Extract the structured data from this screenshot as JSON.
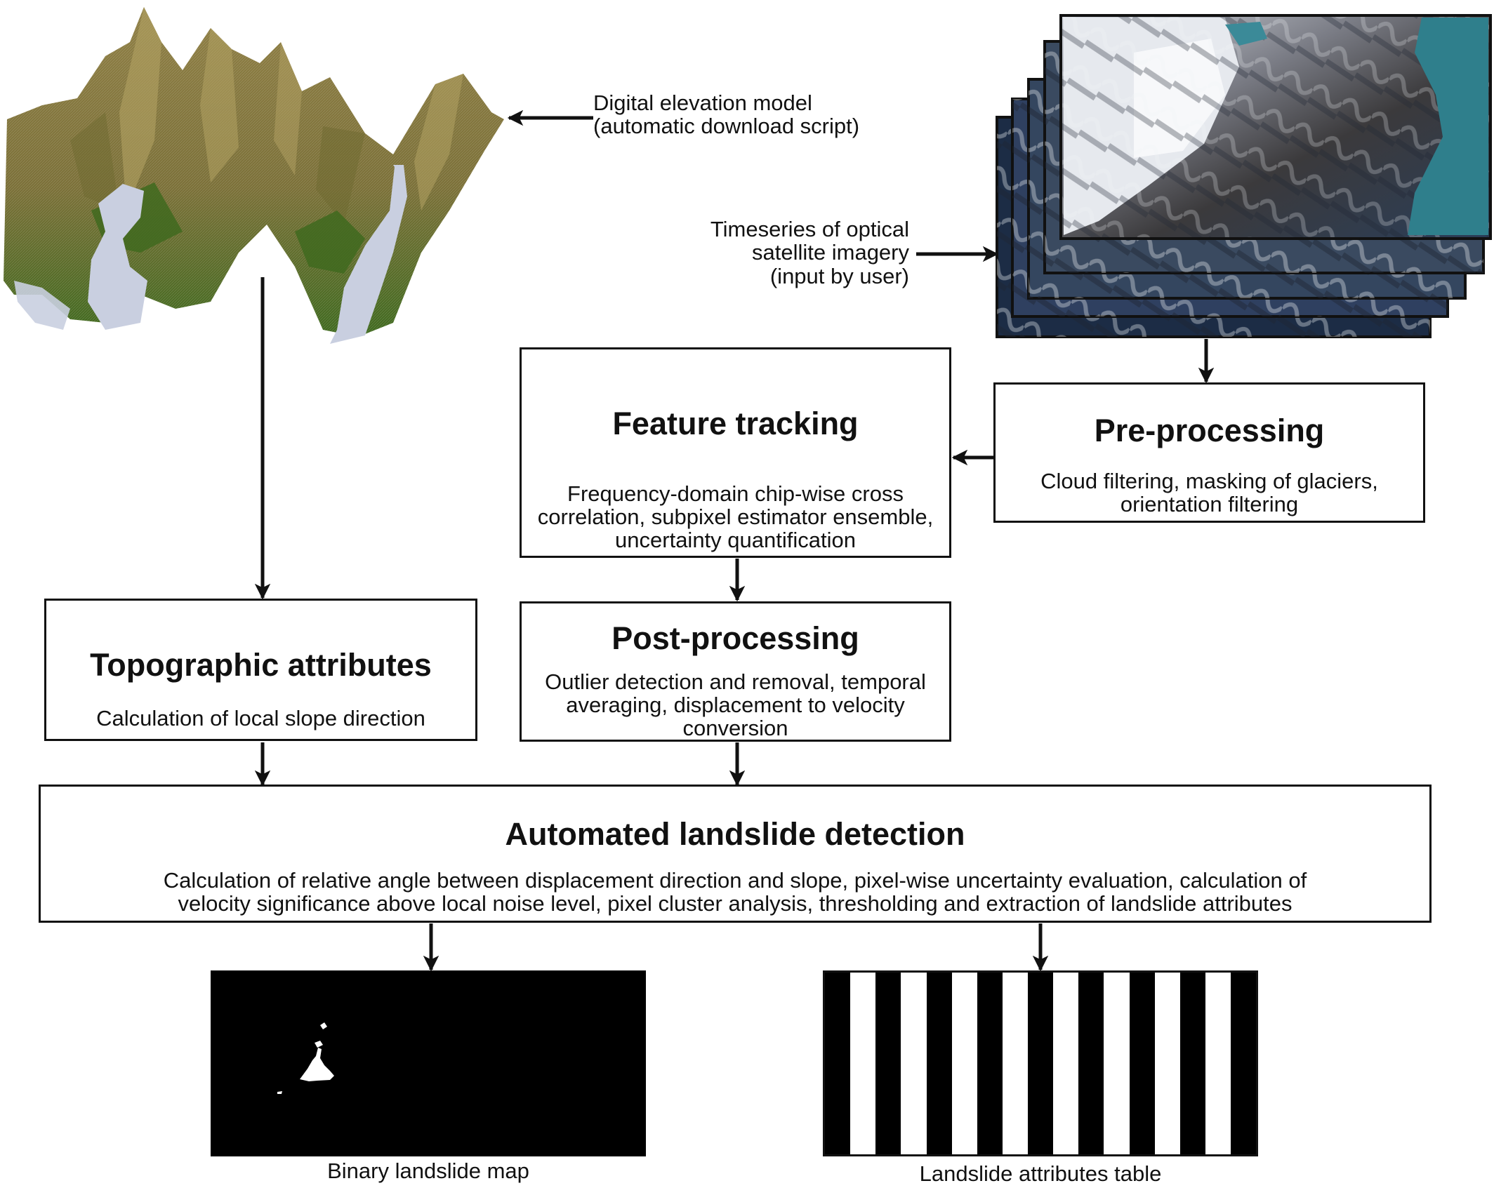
{
  "inputs": {
    "dem_label_line1": "Digital elevation model",
    "dem_label_line2": "(automatic download script)",
    "imagery_label_line1": "Timeseries of optical",
    "imagery_label_line2": "satellite imagery",
    "imagery_label_line3": "(input by user)"
  },
  "boxes": {
    "feature_tracking": {
      "title": "Feature tracking",
      "desc_line1": "Frequency-domain chip-wise cross",
      "desc_line2": "correlation, subpixel estimator ensemble,",
      "desc_line3": "uncertainty quantification"
    },
    "pre_processing": {
      "title": "Pre-processing",
      "desc_line1": "Cloud filtering, masking of glaciers,",
      "desc_line2": "orientation filtering"
    },
    "topographic": {
      "title": "Topographic attributes",
      "desc_line1": "Calculation of local slope direction"
    },
    "post_processing": {
      "title": "Post-processing",
      "desc_line1": "Outlier detection and removal, temporal",
      "desc_line2": "averaging, displacement to velocity",
      "desc_line3": "conversion"
    },
    "landslide_detection": {
      "title": "Automated landslide detection",
      "desc_line1": "Calculation of relative angle between displacement direction and slope, pixel-wise uncertainty evaluation, calculation of",
      "desc_line2": "velocity significance above local noise level, pixel cluster analysis, thresholding and extraction of landslide attributes"
    }
  },
  "outputs": {
    "binary_map_label": "Binary landslide map",
    "attributes_table_label": "Landslide attributes table"
  },
  "colors": {
    "stroke": "#111111",
    "terrain_brown": "#8a7a3e",
    "terrain_green": "#3d6b1e",
    "snow": "#c9cfe0",
    "water": "#2f7f8c",
    "rock_dark": "#3b3a3c"
  }
}
